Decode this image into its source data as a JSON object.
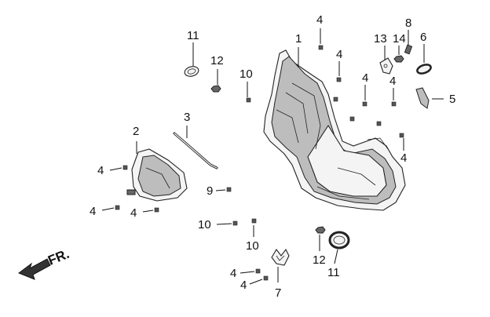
{
  "diagram": {
    "direction_label": "FR.",
    "callouts": [
      {
        "id": "c1",
        "text": "1"
      },
      {
        "id": "c2",
        "text": "2"
      },
      {
        "id": "c3",
        "text": "3"
      },
      {
        "id": "c4a",
        "text": "4"
      },
      {
        "id": "c4b",
        "text": "4"
      },
      {
        "id": "c4c",
        "text": "4"
      },
      {
        "id": "c4d",
        "text": "4"
      },
      {
        "id": "c4e",
        "text": "4"
      },
      {
        "id": "c4f",
        "text": "4"
      },
      {
        "id": "c4g",
        "text": "4"
      },
      {
        "id": "c4h",
        "text": "4"
      },
      {
        "id": "c4i",
        "text": "4"
      },
      {
        "id": "c4j",
        "text": "4"
      },
      {
        "id": "c5",
        "text": "5"
      },
      {
        "id": "c6",
        "text": "6"
      },
      {
        "id": "c7",
        "text": "7"
      },
      {
        "id": "c8",
        "text": "8"
      },
      {
        "id": "c9",
        "text": "9"
      },
      {
        "id": "c10a",
        "text": "10"
      },
      {
        "id": "c10b",
        "text": "10"
      },
      {
        "id": "c10c",
        "text": "10"
      },
      {
        "id": "c11a",
        "text": "11"
      },
      {
        "id": "c11b",
        "text": "11"
      },
      {
        "id": "c12a",
        "text": "12"
      },
      {
        "id": "c12b",
        "text": "12"
      },
      {
        "id": "c13",
        "text": "13"
      },
      {
        "id": "c14",
        "text": "14"
      }
    ]
  }
}
